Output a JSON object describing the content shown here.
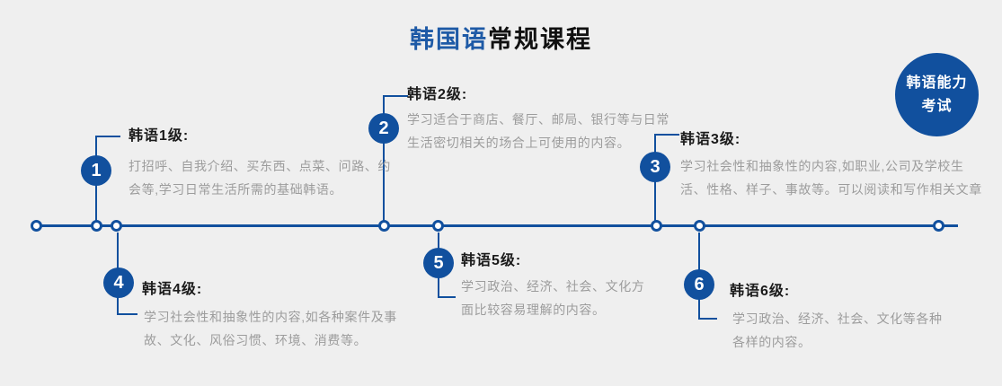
{
  "title": {
    "highlight": "韩国语",
    "rest": "常规课程"
  },
  "badge": {
    "line1": "韩语能力",
    "line2": "考试"
  },
  "colors": {
    "background": "#efefef",
    "primary_blue": "#11509e",
    "title_blue": "#1e5aa6",
    "heading_text": "#1a1a1a",
    "desc_text": "#9c9c9c"
  },
  "levels": [
    {
      "num": "1",
      "heading": "韩语1级:",
      "desc": "打招呼、自我介绍、买东西、点菜、问路、约\n会等,学习日常生活所需的基础韩语。"
    },
    {
      "num": "2",
      "heading": "韩语2级:",
      "desc": "学习适合于商店、餐厅、邮局、银行等与日常\n生活密切相关的场合上可使用的内容。"
    },
    {
      "num": "3",
      "heading": "韩语3级:",
      "desc": "学习社会性和抽象性的内容,如职业,公司及学校生\n活、性格、样子、事故等。可以阅读和写作相关文章"
    },
    {
      "num": "4",
      "heading": "韩语4级:",
      "desc": "学习社会性和抽象性的内容,如各种案件及事\n故、文化、风俗习惯、环境、消费等。"
    },
    {
      "num": "5",
      "heading": "韩语5级:",
      "desc": "学习政治、经济、社会、文化方\n面比较容易理解的内容。"
    },
    {
      "num": "6",
      "heading": "韩语6级:",
      "desc": "学习政治、经济、社会、文化等各种\n各样的内容。"
    }
  ]
}
